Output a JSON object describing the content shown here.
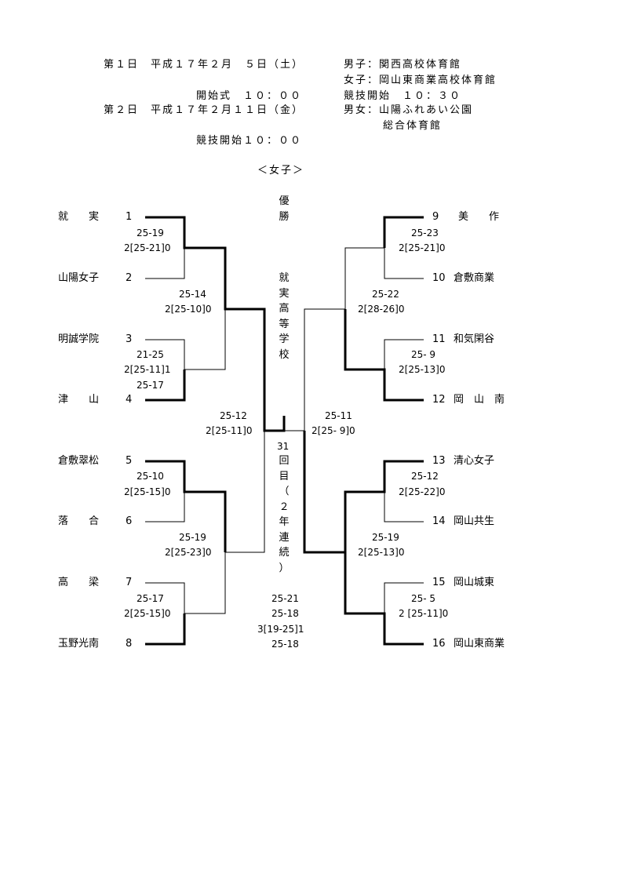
{
  "header": {
    "day1": "第１日　平成１７年２月　５日（土）",
    "day1_men": "男子：関西高校体育館",
    "day1_women": "女子：岡山東商業高校体育館",
    "day1_opening": "開始式　１０：００",
    "day1_start": "競技開始　１０：３０",
    "day2": "第２日　平成１７年２月１１日（金）",
    "day2_venue1": "男女：山陽ふれあい公園",
    "day2_venue2": "総合体育館",
    "day2_start": "競技開始１０：００",
    "section": "＜女子＞"
  },
  "left_teams": [
    {
      "name": "就　　実",
      "seed": "1"
    },
    {
      "name": "山陽女子",
      "seed": "2"
    },
    {
      "name": "明誠学院",
      "seed": "3"
    },
    {
      "name": "津　　山",
      "seed": "4"
    },
    {
      "name": "倉敷翠松",
      "seed": "5"
    },
    {
      "name": "落　　合",
      "seed": "6"
    },
    {
      "name": "高　　梁",
      "seed": "7"
    },
    {
      "name": "玉野光南",
      "seed": "8"
    }
  ],
  "right_teams": [
    {
      "name": "美　　作",
      "seed": "9"
    },
    {
      "name": "倉敷商業",
      "seed": "10"
    },
    {
      "name": "和気閑谷",
      "seed": "11"
    },
    {
      "name": "岡　山　南",
      "seed": "12"
    },
    {
      "name": "清心女子",
      "seed": "13"
    },
    {
      "name": "岡山共生",
      "seed": "14"
    },
    {
      "name": "岡山城東",
      "seed": "15"
    },
    {
      "name": "岡山東商業",
      "seed": "16"
    }
  ],
  "scores": {
    "l_r1_1a": "25-19",
    "l_r1_1b": "2[25-21]0",
    "l_r2_1a": "25-14",
    "l_r2_1b": "2[25-10]0",
    "l_r1_2a": "21-25",
    "l_r1_2b": "2[25-11]1",
    "l_r1_2c": "25-17",
    "l_sf_a": "25-12",
    "l_sf_b": "2[25-11]0",
    "l_r1_3a": "25-10",
    "l_r1_3b": "2[25-15]0",
    "l_r2_2a": "25-19",
    "l_r2_2b": "2[25-23]0",
    "l_r1_4a": "25-17",
    "l_r1_4b": "2[25-15]0",
    "r_r1_1a": "25-23",
    "r_r1_1b": "2[25-21]0",
    "r_r2_1a": "25-22",
    "r_r2_1b": "2[28-26]0",
    "r_r1_2a": "25- 9",
    "r_r1_2b": "2[25-13]0",
    "r_sf_a": "25-11",
    "r_sf_b": "2[25- 9]0",
    "r_r1_3a": "25-12",
    "r_r1_3b": "2[25-22]0",
    "r_r2_2a": "25-19",
    "r_r2_2b": "2[25-13]0",
    "r_r1_4a": "25- 5",
    "r_r1_4b": "2 [25-11]0",
    "final_a": "25-21",
    "final_b": "25-18",
    "final_c": "3[19-25]1",
    "final_d": "25-18"
  },
  "center": {
    "champion_label": [
      "優",
      "勝"
    ],
    "champion_name": [
      "就",
      "実",
      "高",
      "等",
      "学",
      "校"
    ],
    "edition_number": "31",
    "edition": [
      "回",
      "目",
      "（",
      "２",
      "年",
      "連",
      "続",
      "）"
    ]
  }
}
